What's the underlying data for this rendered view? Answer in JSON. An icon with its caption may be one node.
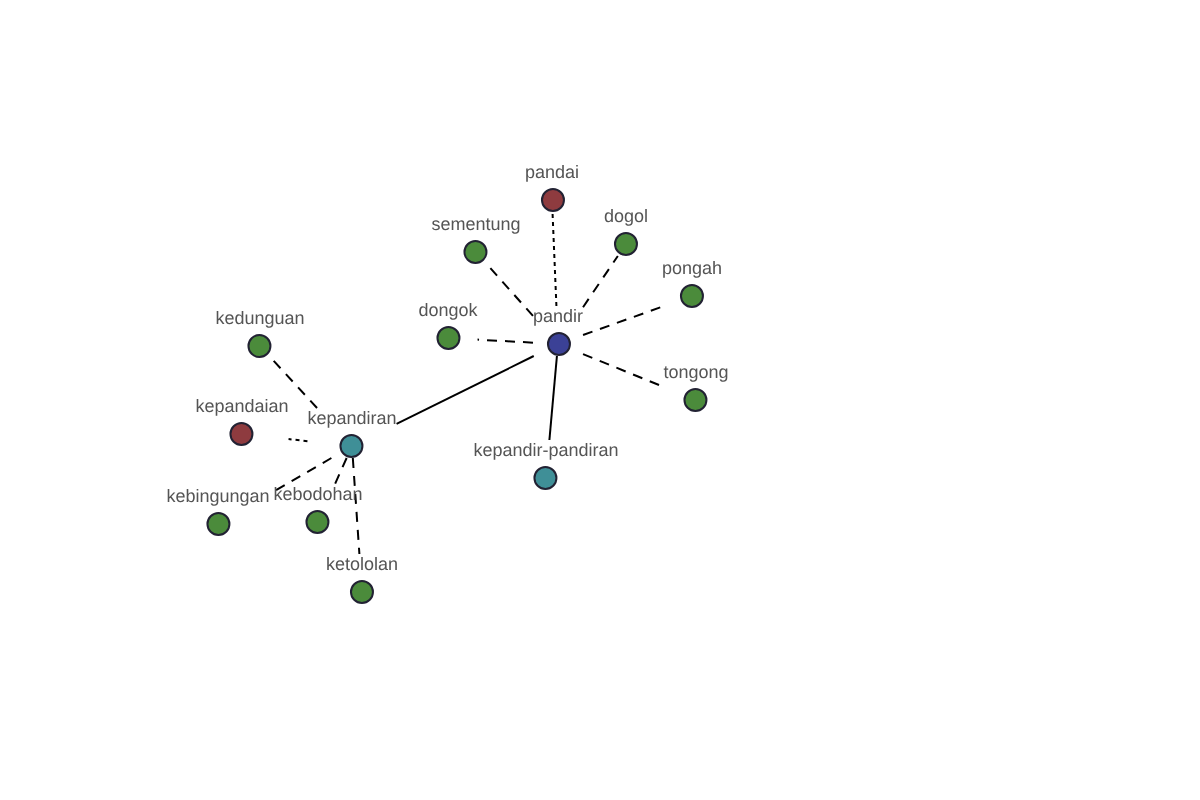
{
  "diagram": {
    "nodes": [
      {
        "text": [
          "pandai"
        ]
      },
      {
        "text": [
          "sementung"
        ]
      },
      {
        "text": [
          "dogol"
        ]
      },
      {
        "text": [
          "kedunguan"
        ]
      },
      {
        "text": [
          "pongah"
        ]
      },
      {
        "text": [
          "dongok"
        ]
      },
      {
        "text": [
          "pandir"
        ]
      },
      {
        "text": [
          "tongong"
        ]
      },
      {
        "text": [
          "kepandaian"
        ]
      },
      {
        "text": [
          "kepandiran"
        ]
      },
      {
        "text": [
          "kepandir-pandiran"
        ]
      },
      {
        "text": [
          "kebingungan"
        ]
      },
      {
        "text": [
          "kebodohan"
        ]
      },
      {
        "text": [
          "ketololan"
        ]
      }
    ],
    "edges": [
      {
        "from": 6,
        "to": 0,
        "arrow": "none",
        "style": "dashed"
      },
      {
        "from": 6,
        "to": 1,
        "arrow": "none",
        "style": "dashed"
      },
      {
        "from": 6,
        "to": 2,
        "arrow": "none",
        "style": "dashed"
      },
      {
        "from": 6,
        "to": 4,
        "arrow": "none",
        "style": "dashed"
      },
      {
        "from": 6,
        "to": 5,
        "arrow": "none",
        "style": "dashed"
      },
      {
        "from": 6,
        "to": 7,
        "arrow": "none",
        "style": "dashed"
      },
      {
        "from": 6,
        "to": 10,
        "arrow": "none"
      },
      {
        "from": 6,
        "to": 9,
        "arrow": "none"
      },
      {
        "from": 9,
        "to": 3,
        "arrow": "none",
        "style": "dashed"
      },
      {
        "from": 9,
        "to": 8,
        "arrow": "none",
        "style": "dashed"
      },
      {
        "from": 9,
        "to": 11,
        "arrow": "none",
        "style": "dashed"
      },
      {
        "from": 9,
        "to": 12,
        "arrow": "none",
        "style": "dashed"
      },
      {
        "from": 9,
        "to": 13,
        "arrow": "none",
        "style": "dashed"
      }
    ]
  }
}
